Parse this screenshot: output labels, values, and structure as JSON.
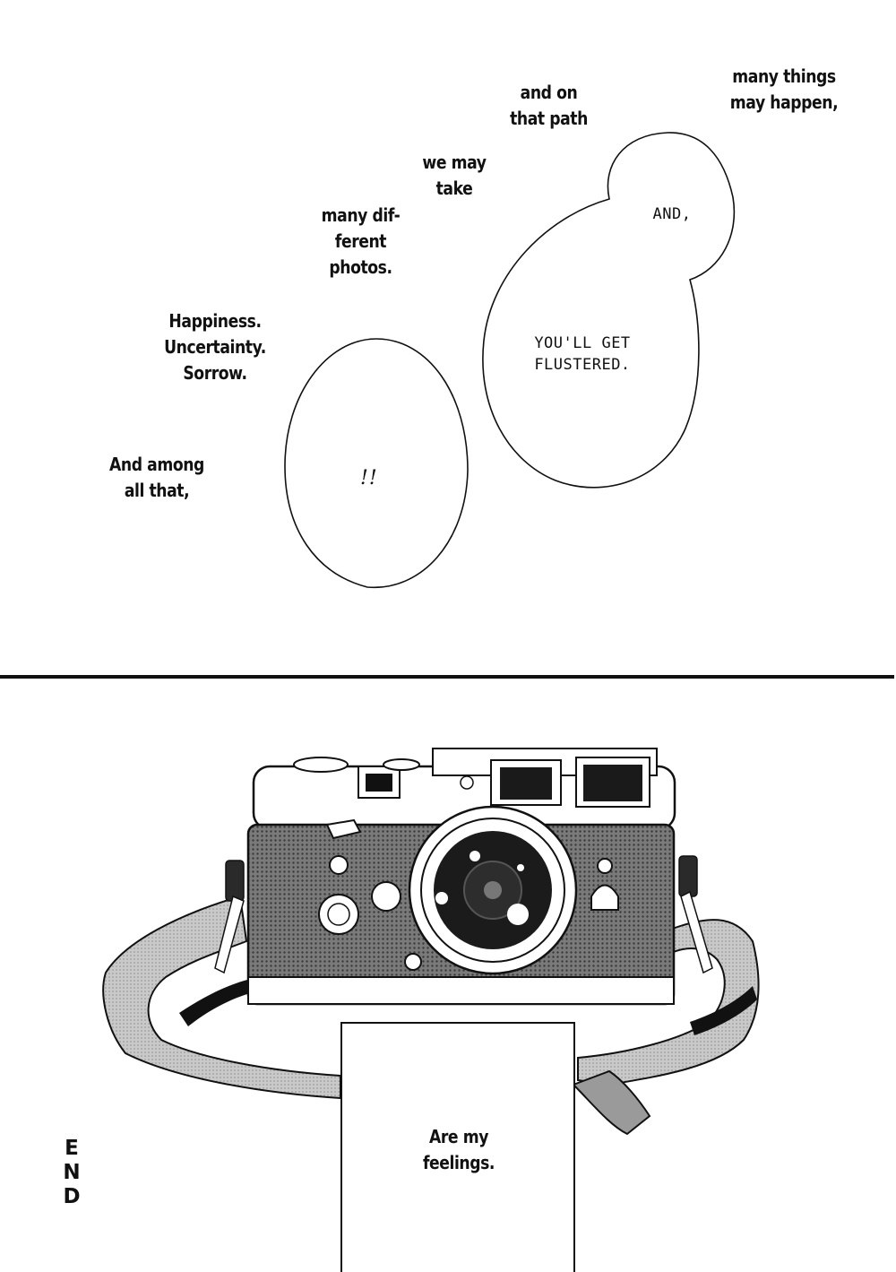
{
  "top_panel": {
    "narration": {
      "many_things": "many things\nmay happen,",
      "and_on": "and on\nthat path",
      "we_may": "we may\ntake",
      "many_diff": "many dif-\nferent\nphotos.",
      "happiness": "Happiness.\nUncertainty.\nSorrow.",
      "and_among": "And among\nall that,"
    },
    "bubbles": {
      "and": "AND,",
      "flustered": "YOU'LL GET\nFLUSTERED.",
      "exclaim": "!!"
    }
  },
  "bottom_panel": {
    "caption": "Are my\nfeelings.",
    "end_mark": "E\nN\nD"
  }
}
